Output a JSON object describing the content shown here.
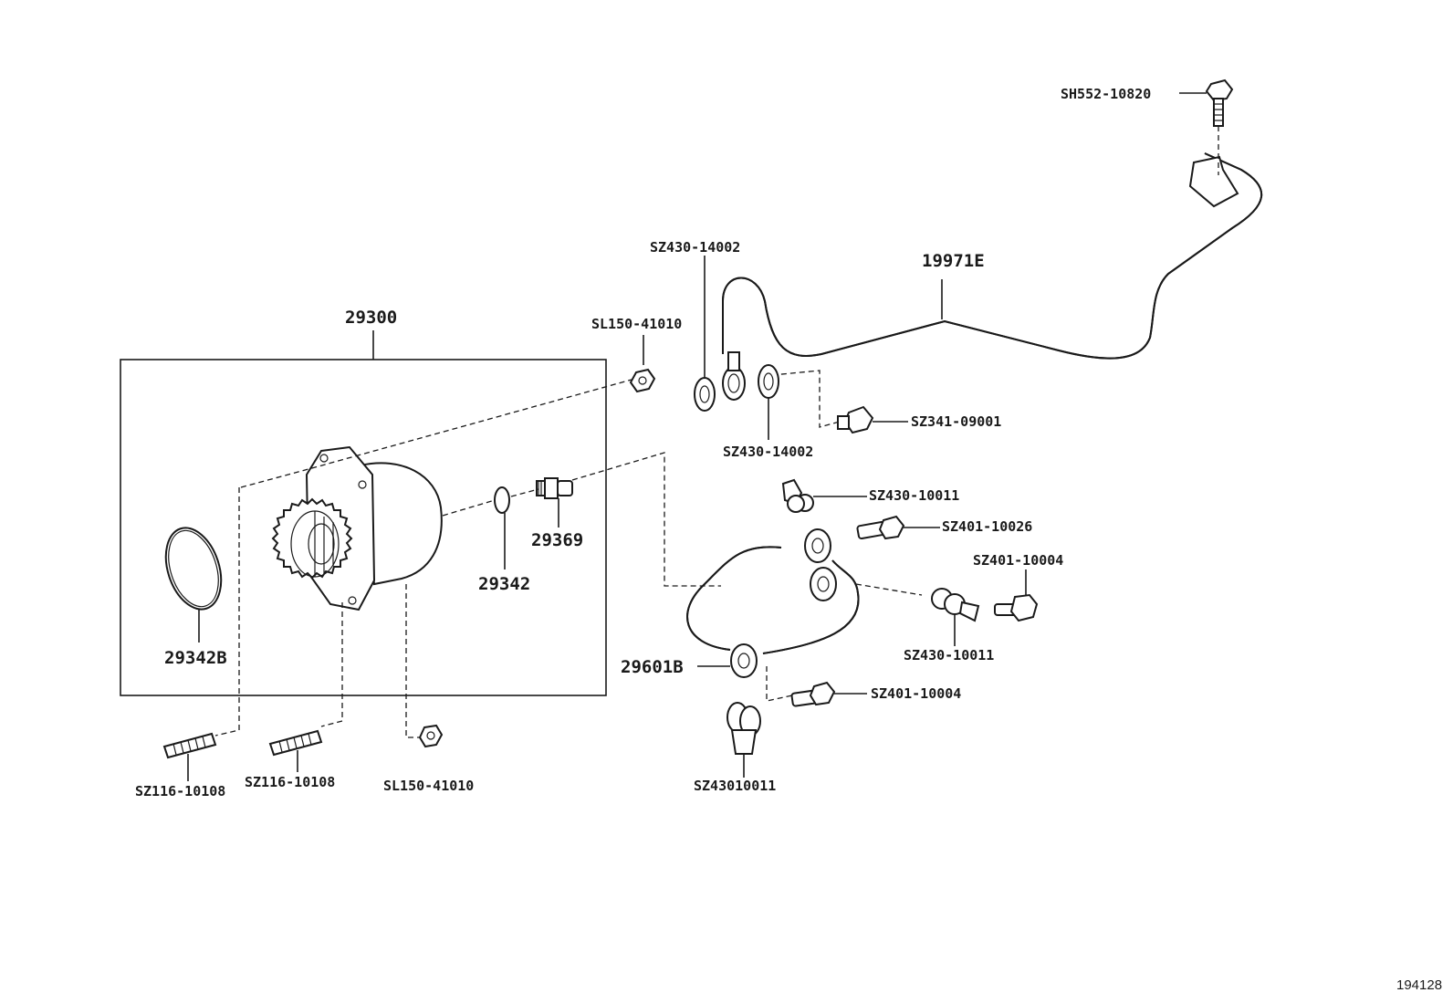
{
  "figure_id": "194128",
  "labels": {
    "sh552_10820": "SH552-10820",
    "assy_19971e": "19971E",
    "sz430_14002_top": "SZ430-14002",
    "sl150_41010_top": "SL150-41010",
    "assy_29300": "29300",
    "sz341_09001": "SZ341-09001",
    "sz430_14002_bottom": "SZ430-14002",
    "sz430_10011_a": "SZ430-10011",
    "sz401_10026": "SZ401-10026",
    "sz401_10004_a": "SZ401-10004",
    "p29369": "29369",
    "p29342": "29342",
    "p29342b": "29342B",
    "sz430_10011_b": "SZ430-10011",
    "p29601b": "29601B",
    "sz401_10004_b": "SZ401-10004",
    "sz116_10108_a": "SZ116-10108",
    "sz116_10108_b": "SZ116-10108",
    "sl150_41010_bottom": "SL150-41010",
    "sz43010011": "SZ43010011"
  }
}
